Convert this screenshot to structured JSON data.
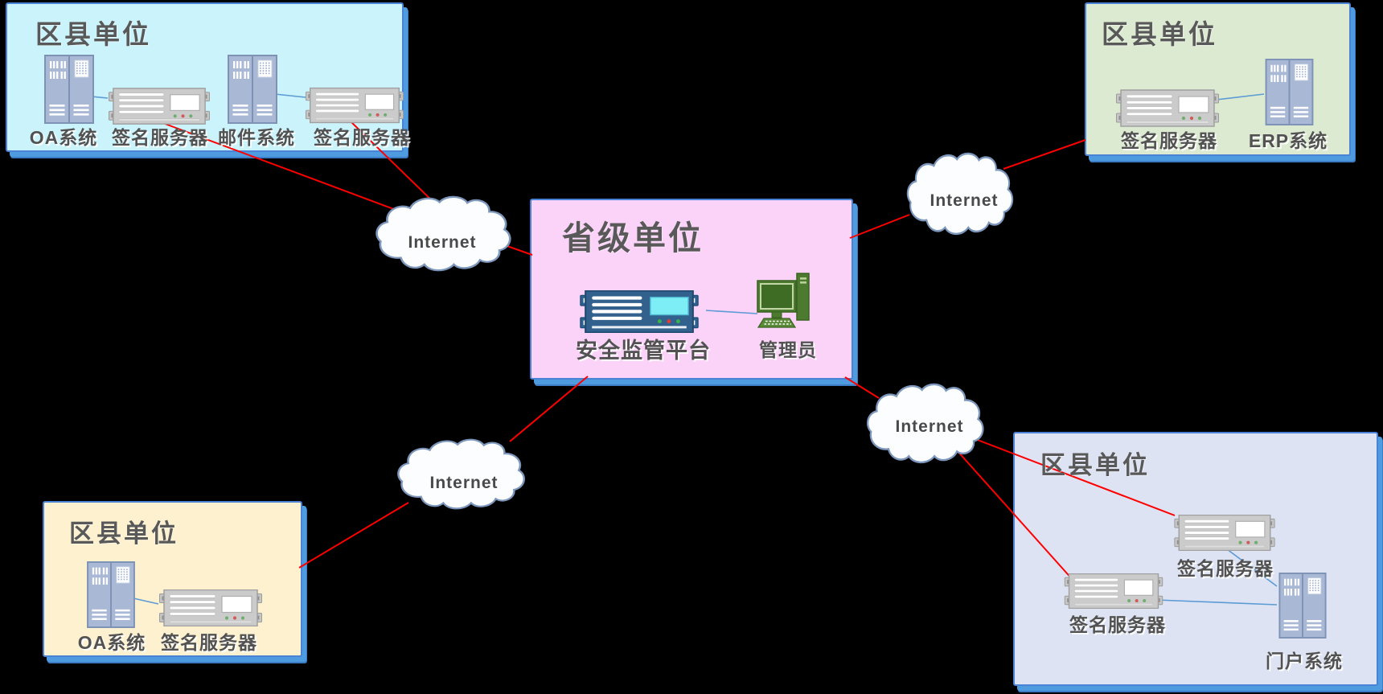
{
  "diagram": {
    "background": "#000000",
    "palette": {
      "box_border": "#4a82d6",
      "box_shadow": "#4e9bdf",
      "red_line": "#ff0000",
      "blue_line": "#5b9bd5",
      "text": "#595959",
      "cloud_fill": "#fbfdfe",
      "cloud_stroke": "#7d96bb",
      "rack_gray": "#cbcbcb",
      "rack_blue": "#2e6090",
      "rack_screen_cyan": "#7deef5",
      "cabinet_fill": "#a9b8d5",
      "pc_green": "#4c7a2e"
    },
    "units": [
      {
        "id": "top-left",
        "title": "区县单位",
        "fill": "#cbf3fb",
        "devices": [
          {
            "type": "cabinet",
            "label": "OA系统"
          },
          {
            "type": "rack",
            "label": "签名服务器"
          },
          {
            "type": "cabinet",
            "label": "邮件系统"
          },
          {
            "type": "rack",
            "label": "签名服务器"
          }
        ]
      },
      {
        "id": "top-right",
        "title": "区县单位",
        "fill": "#dcead2",
        "devices": [
          {
            "type": "rack",
            "label": "签名服务器"
          },
          {
            "type": "cabinet",
            "label": "ERP系统"
          }
        ]
      },
      {
        "id": "center",
        "title": "省级单位",
        "fill": "#fbd2f8",
        "devices": [
          {
            "type": "rack-blue",
            "label": "安全监管平台"
          },
          {
            "type": "pc",
            "label": "管理员"
          }
        ]
      },
      {
        "id": "bottom-left",
        "title": "区县单位",
        "fill": "#fdf1cf",
        "devices": [
          {
            "type": "cabinet",
            "label": "OA系统"
          },
          {
            "type": "rack",
            "label": "签名服务器"
          }
        ]
      },
      {
        "id": "bottom-right",
        "title": "区县单位",
        "fill": "#dee3f3",
        "devices": [
          {
            "type": "rack",
            "label": "签名服务器"
          },
          {
            "type": "rack",
            "label": "签名服务器"
          },
          {
            "type": "cabinet",
            "label": "门户系统"
          }
        ]
      }
    ],
    "clouds": [
      {
        "id": "cloud-left",
        "label": "Internet"
      },
      {
        "id": "cloud-top-right",
        "label": "Internet"
      },
      {
        "id": "cloud-bottom",
        "label": "Internet"
      },
      {
        "id": "cloud-right",
        "label": "Internet"
      }
    ]
  }
}
